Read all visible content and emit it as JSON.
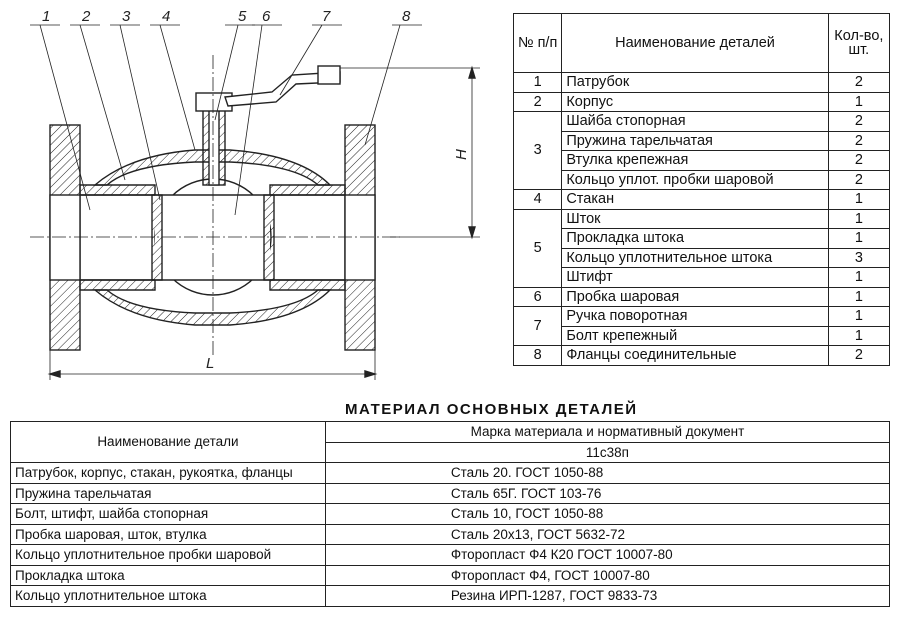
{
  "drawing": {
    "callouts": [
      "1",
      "2",
      "3",
      "4",
      "5",
      "6",
      "7",
      "8"
    ],
    "dim_length": "L",
    "dim_height": "H"
  },
  "parts_table": {
    "headers": {
      "num": "№ п/п",
      "name": "Наименование деталей",
      "qty": "Кол-во, шт."
    },
    "groups": [
      {
        "num": "1",
        "items": [
          {
            "name": "Патрубок",
            "qty": "2"
          }
        ]
      },
      {
        "num": "2",
        "items": [
          {
            "name": "Корпус",
            "qty": "1"
          }
        ]
      },
      {
        "num": "3",
        "items": [
          {
            "name": "Шайба стопорная",
            "qty": "2"
          },
          {
            "name": "Пружина тарельчатая",
            "qty": "2"
          },
          {
            "name": "Втулка крепежная",
            "qty": "2"
          },
          {
            "name": "Кольцо уплот. пробки шаровой",
            "qty": "2"
          }
        ]
      },
      {
        "num": "4",
        "items": [
          {
            "name": "Стакан",
            "qty": "1"
          }
        ]
      },
      {
        "num": "5",
        "items": [
          {
            "name": "Шток",
            "qty": "1"
          },
          {
            "name": "Прокладка штока",
            "qty": "1"
          },
          {
            "name": "Кольцо уплотнительное штока",
            "qty": "3"
          },
          {
            "name": "Штифт",
            "qty": "1"
          }
        ]
      },
      {
        "num": "6",
        "items": [
          {
            "name": "Пробка шаровая",
            "qty": "1"
          }
        ]
      },
      {
        "num": "7",
        "items": [
          {
            "name": "Ручка поворотная",
            "qty": "1"
          },
          {
            "name": "Болт крепежный",
            "qty": "1"
          }
        ]
      },
      {
        "num": "8",
        "items": [
          {
            "name": "Фланцы соединительные",
            "qty": "2"
          }
        ]
      }
    ]
  },
  "materials_table": {
    "title": "МАТЕРИАЛ ОСНОВНЫХ ДЕТАЛЕЙ",
    "header_part": "Наименование детали",
    "header_material": "Марка материала и нормативный документ",
    "model": "11с38п",
    "rows": [
      {
        "part": "Патрубок, корпус, стакан, рукоятка, фланцы",
        "material": "Сталь 20. ГОСТ 1050-88"
      },
      {
        "part": "Пружина тарельчатая",
        "material": "Сталь 65Г. ГОСТ 103-76"
      },
      {
        "part": "Болт, штифт, шайба стопорная",
        "material": "Сталь 10, ГОСТ 1050-88"
      },
      {
        "part": "Пробка шаровая, шток, втулка",
        "material": "Сталь 20х13, ГОСТ 5632-72"
      },
      {
        "part": "Кольцо уплотнительное пробки шаровой",
        "material": "Фторопласт  Ф4 К20 ГОСТ 10007-80"
      },
      {
        "part": "Прокладка штока",
        "material": "Фторопласт  Ф4, ГОСТ 10007-80"
      },
      {
        "part": "Кольцо уплотнительное штока",
        "material": "Резина ИРП-1287, ГОСТ 9833-73"
      }
    ]
  }
}
